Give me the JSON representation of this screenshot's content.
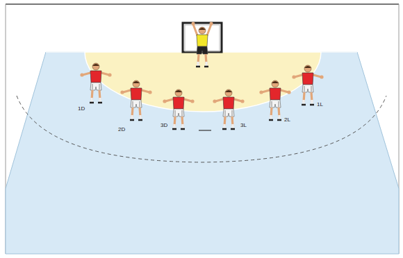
{
  "diagram": {
    "labels": [
      "1D",
      "2D",
      "3D",
      "3L",
      "2L",
      "1L"
    ]
  }
}
